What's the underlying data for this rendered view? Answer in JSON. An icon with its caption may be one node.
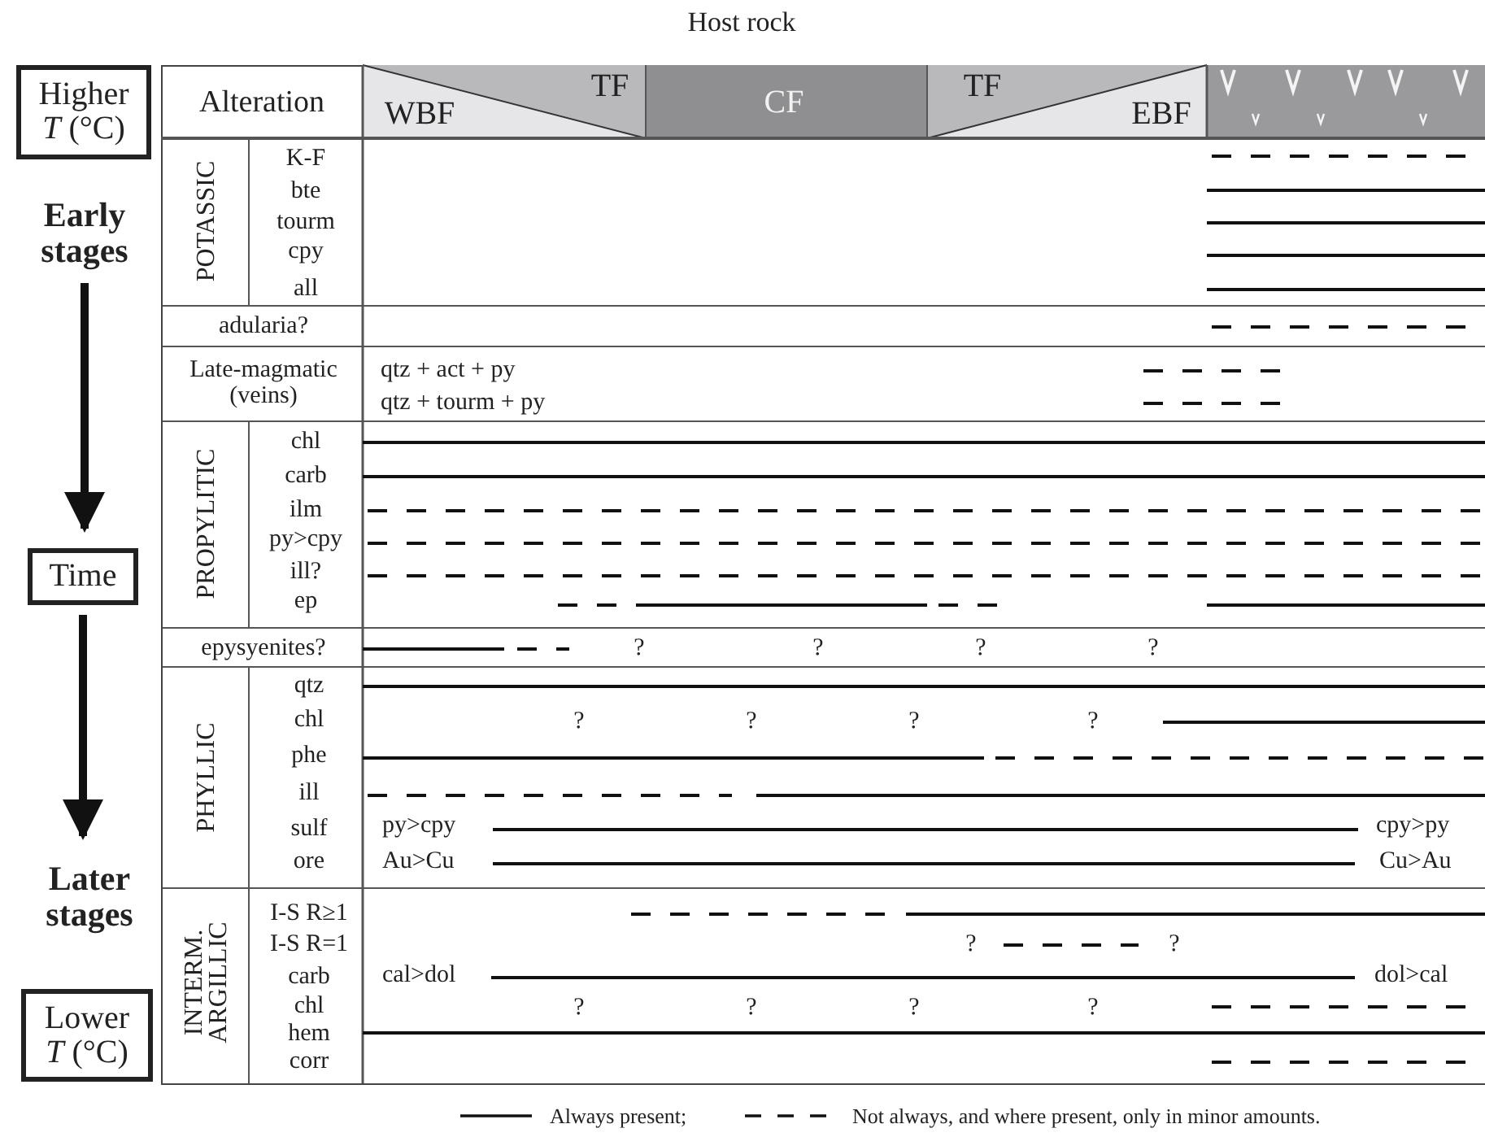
{
  "diagram": {
    "title": "Host rock",
    "nodes": [
      {
        "text": [
          "Higher *T* (°C)"
        ]
      },
      {
        "text": [
          "Early stages"
        ]
      },
      {
        "text": [
          "Time"
        ]
      },
      {
        "text": [
          "Later stages"
        ]
      },
      {
        "text": [
          "Lower *T* (°C)"
        ]
      }
    ],
    "edges": [
      {
        "from": 1,
        "to": 2,
        "arrow": "to"
      },
      {
        "from": 2,
        "to": 3,
        "arrow": "to"
      }
    ],
    "labels": [
      "Alteration",
      "WBF",
      "TF",
      "CF",
      "TF",
      "EBF",
      "POTASSIC",
      "K-F",
      "bte",
      "tourm",
      "cpy",
      "all",
      "adularia?",
      "Late-magmatic (veins)",
      "qtz + act + py",
      "qtz + tourm + py",
      "PROPYLITIC",
      "chl",
      "carb",
      "ilm",
      "py>cpy",
      "ill?",
      "ep",
      "epysyenites?",
      "?",
      "?",
      "?",
      "?",
      "PHYLLIC",
      "qtz",
      "chl",
      "?",
      "?",
      "?",
      "?",
      "phe",
      "ill",
      "sulf",
      "py>cpy",
      "cpy>py",
      "ore",
      "Au>Cu",
      "Cu>Au",
      "INTERM. ARGILLIC",
      "I-S R≥1",
      "I-S R=1",
      "?",
      "?",
      "carb",
      "cal>dol",
      "dol>cal",
      "chl",
      "?",
      "?",
      "?",
      "?",
      "hem",
      "corr"
    ],
    "legend": [
      {
        "text": "Always present;"
      },
      {
        "text": "Not always, and where present, only in minor amounts."
      }
    ]
  }
}
